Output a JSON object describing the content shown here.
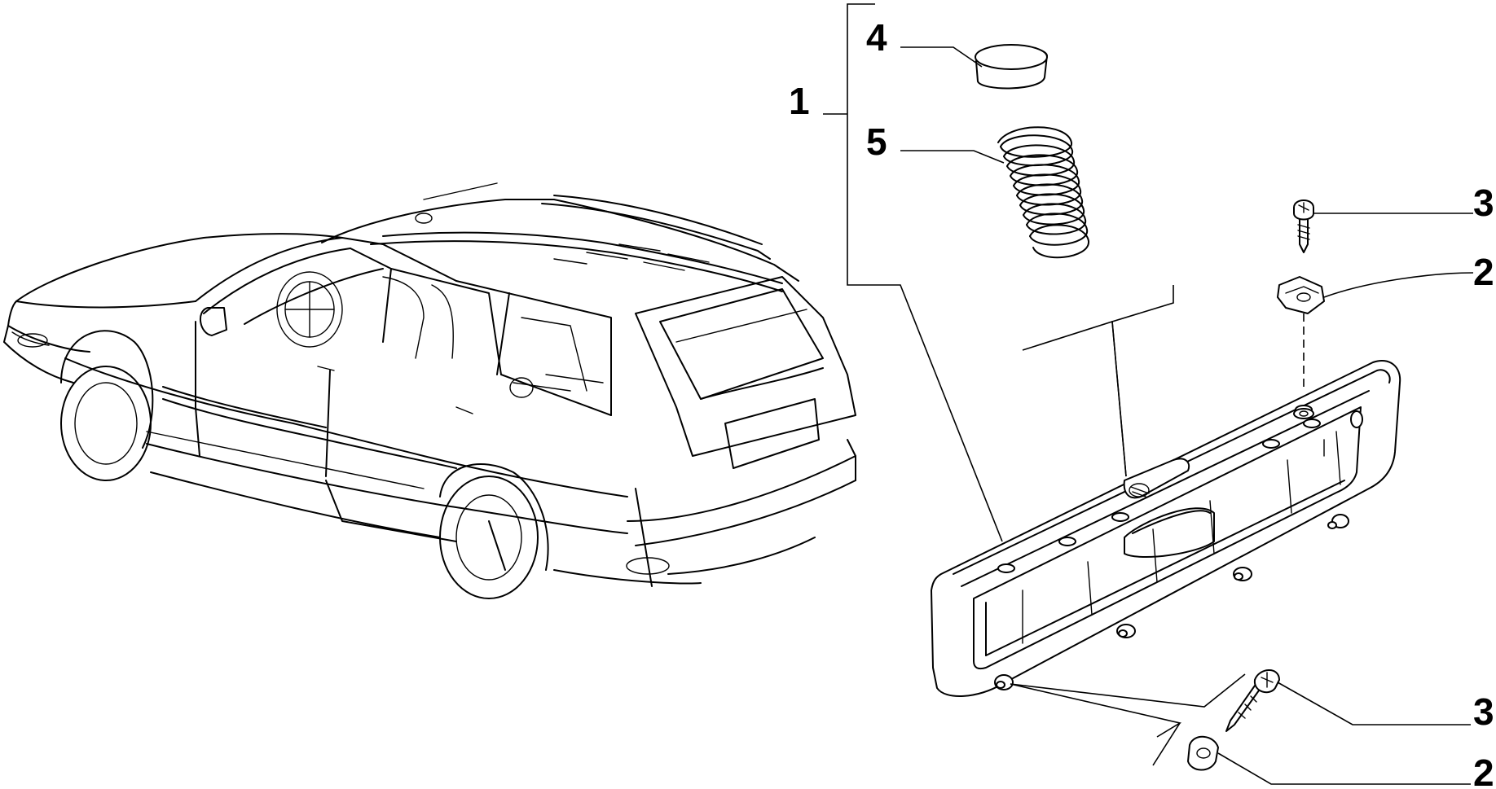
{
  "callouts": [
    {
      "id": "1",
      "label": "1"
    },
    {
      "id": "2a",
      "label": "2"
    },
    {
      "id": "2b",
      "label": "2"
    },
    {
      "id": "3a",
      "label": "3"
    },
    {
      "id": "3b",
      "label": "3"
    },
    {
      "id": "4",
      "label": "4"
    },
    {
      "id": "5",
      "label": "5"
    }
  ],
  "parts": [
    {
      "ref": "1",
      "name": "license-plate-housing"
    },
    {
      "ref": "2",
      "name": "clip-nut"
    },
    {
      "ref": "3",
      "name": "screw"
    },
    {
      "ref": "4",
      "name": "cap"
    },
    {
      "ref": "5",
      "name": "spring"
    }
  ]
}
